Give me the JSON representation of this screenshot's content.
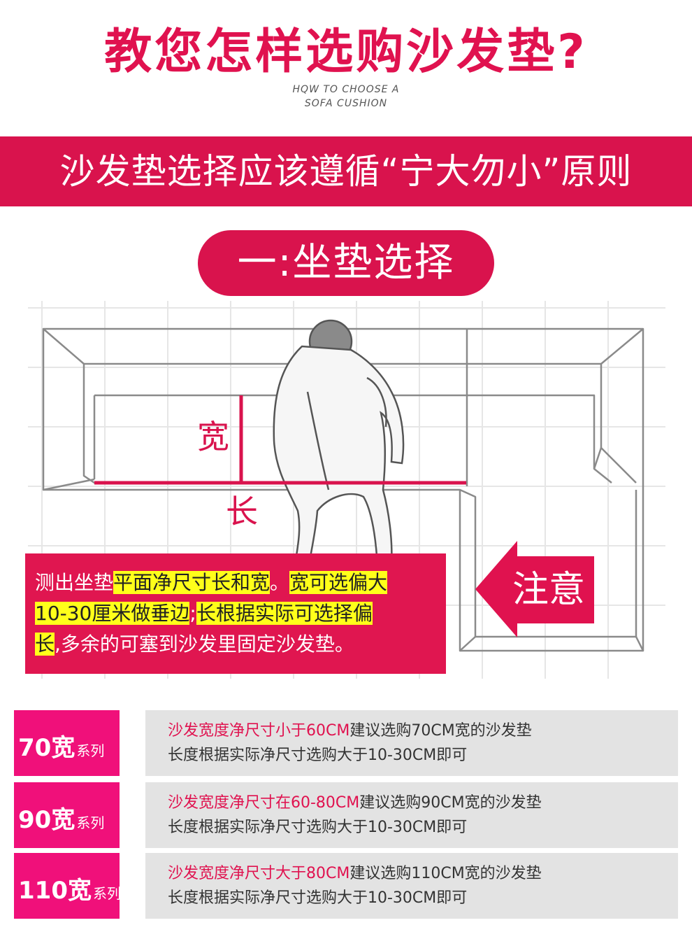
{
  "header": {
    "title": "教您怎样选购沙发垫?",
    "subtitle_line1": "HQW TO CHOOSE A",
    "subtitle_line2": "SOFA CUSHION"
  },
  "banner": {
    "text": "沙发垫选择应该遵循“宁大勿小”原则"
  },
  "section": {
    "title": "一:坐垫选择"
  },
  "diagram": {
    "width_label": "宽",
    "length_label": "长"
  },
  "note": {
    "line1_a": "测出坐垫",
    "line1_b": "平面净尺寸长和宽",
    "line1_c": "。",
    "line1_d": "宽可选偏大",
    "line2_a": "10-30厘米做垂边",
    "line2_b": ";",
    "line2_c": "长根据实际可选择偏",
    "line3_a": "长",
    "line3_b": ",多余的可塞到沙发里固定沙发垫。",
    "arrow_label": "注意"
  },
  "series": [
    {
      "tag_big": "70宽",
      "tag_small": "系列",
      "line1_red": "沙发宽度净尺寸小于60CM",
      "line1_rest": "建议选购70CM宽的沙发垫",
      "line2": "长度根据实际净尺寸选购大于10-30CM即可"
    },
    {
      "tag_big": "90宽",
      "tag_small": "系列",
      "line1_red": "沙发宽度净尺寸在60-80CM",
      "line1_rest": "建议选购90CM宽的沙发垫",
      "line2": "长度根据实际净尺寸选购大于10-30CM即可"
    },
    {
      "tag_big": "110宽",
      "tag_small": "系列",
      "line1_red": "沙发宽度净尺寸大于80CM",
      "line1_rest": "建议选购110CM宽的沙发垫",
      "line2": "长度根据实际净尺寸选购大于10-30CM即可"
    }
  ],
  "colors": {
    "brand_red": "#d9134d",
    "tag_pink": "#f0107a",
    "highlight_yellow": "#ffff1a",
    "box_gray": "#e3e3e3"
  }
}
